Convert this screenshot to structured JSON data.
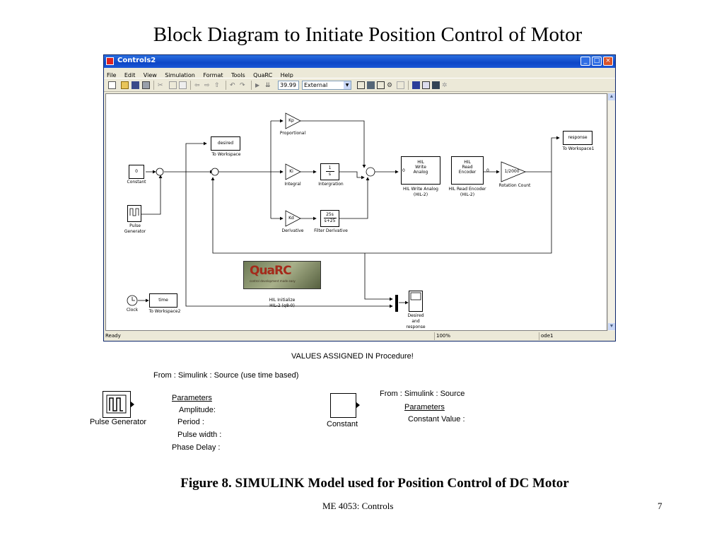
{
  "slide": {
    "title": "Block Diagram to Initiate Position Control of Motor",
    "caption": "Figure 8. SIMULINK Model used for Position Control of DC Motor",
    "footer_course": "ME 4053: Controls",
    "footer_page": "7"
  },
  "window": {
    "title": "Controls2",
    "menu": [
      "File",
      "Edit",
      "View",
      "Simulation",
      "Format",
      "Tools",
      "QuaRC",
      "Help"
    ],
    "stop_time": "39.99",
    "mode": "External",
    "status": {
      "ready": "Ready",
      "zoom": "100%",
      "solver": "ode1"
    }
  },
  "model": {
    "constant": {
      "value": "0",
      "label": "Constant"
    },
    "pulse": {
      "label1": "Pulse",
      "label2": "Generator"
    },
    "desired": {
      "value": "desired",
      "label": "To Workspace"
    },
    "kp": {
      "value": "Kp",
      "label": "Proportional"
    },
    "ki": {
      "value": "Ki",
      "label": "Integral"
    },
    "kd": {
      "value": "Kd",
      "label": "Derivative"
    },
    "integrator": {
      "num": "1",
      "den": "s",
      "label": "Intergration"
    },
    "filter": {
      "num": "25s",
      "den": "s+25",
      "label": "Filter Derivative"
    },
    "hil_write": {
      "l1": "HIL",
      "l2": "Write",
      "l3": "Analog",
      "port": "0",
      "label1": "HIL Write Analog",
      "label2": "(HIL-2)"
    },
    "hil_read": {
      "l1": "HIL",
      "l2": "Read",
      "l3": "Encoder",
      "port": "0",
      "label1": "HIL Read Encoder",
      "label2": "(HIL-2)"
    },
    "gain_rot": {
      "value": "1/2000",
      "label": "Rotation Count"
    },
    "response": {
      "value": "response",
      "label": "To Workspace1"
    },
    "quarc": {
      "logo": "QuaRC",
      "tagline": "control development made easy",
      "label1": "HIL Initialize",
      "label2": "HIL-2 (q8-0)"
    },
    "clock": {
      "label": "Clock"
    },
    "time_ws": {
      "value": "time",
      "label": "To Workspace2"
    },
    "scope": {
      "l1": "Desired",
      "l2": "and",
      "l3": "response"
    }
  },
  "notes": {
    "values_heading": "VALUES ASSIGNED IN Procedure!",
    "pulse_source": "From : Simulink : Source (use time based)",
    "pulse_label": "Pulse Generator",
    "pulse_params_heading": "Parameters",
    "pulse_params": [
      "Amplitude:",
      "Period :",
      "Pulse width :",
      "Phase Delay :"
    ],
    "constant_source": "From : Simulink : Source",
    "constant_params_heading": "Parameters",
    "constant_param": "Constant Value :",
    "constant_label": "Constant"
  }
}
